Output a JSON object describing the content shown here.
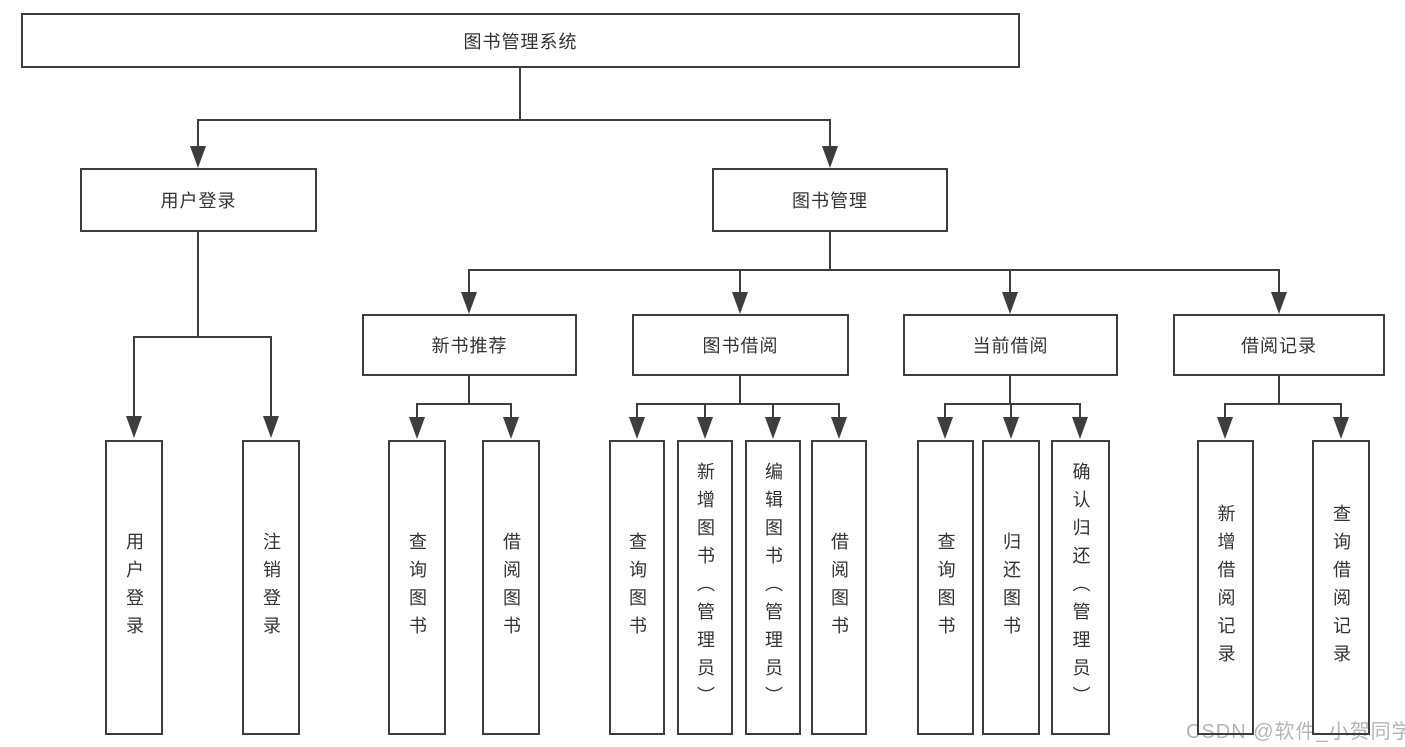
{
  "diagram": {
    "title": "图书管理系统",
    "tree": {
      "root": "图书管理系统",
      "branches": [
        {
          "label": "用户登录",
          "children": [
            "用户登录",
            "注销登录"
          ]
        },
        {
          "label": "图书管理",
          "children": [
            {
              "label": "新书推荐",
              "children": [
                "查询图书",
                "借阅图书"
              ]
            },
            {
              "label": "图书借阅",
              "children": [
                "查询图书",
                "新增图书（管理员）",
                "编辑图书（管理员）",
                "借阅图书"
              ]
            },
            {
              "label": "当前借阅",
              "children": [
                "查询图书",
                "归还图书",
                "确认归还（管理员）"
              ]
            },
            {
              "label": "借阅记录",
              "children": [
                "新增借阅记录",
                "查询借阅记录"
              ]
            }
          ]
        }
      ]
    },
    "colors": {
      "line": "#3d3d3d",
      "text": "#333333",
      "background": "#ffffff",
      "watermark": "#b5b5b5"
    }
  },
  "watermark": "CSDN @软件_小贺同学"
}
